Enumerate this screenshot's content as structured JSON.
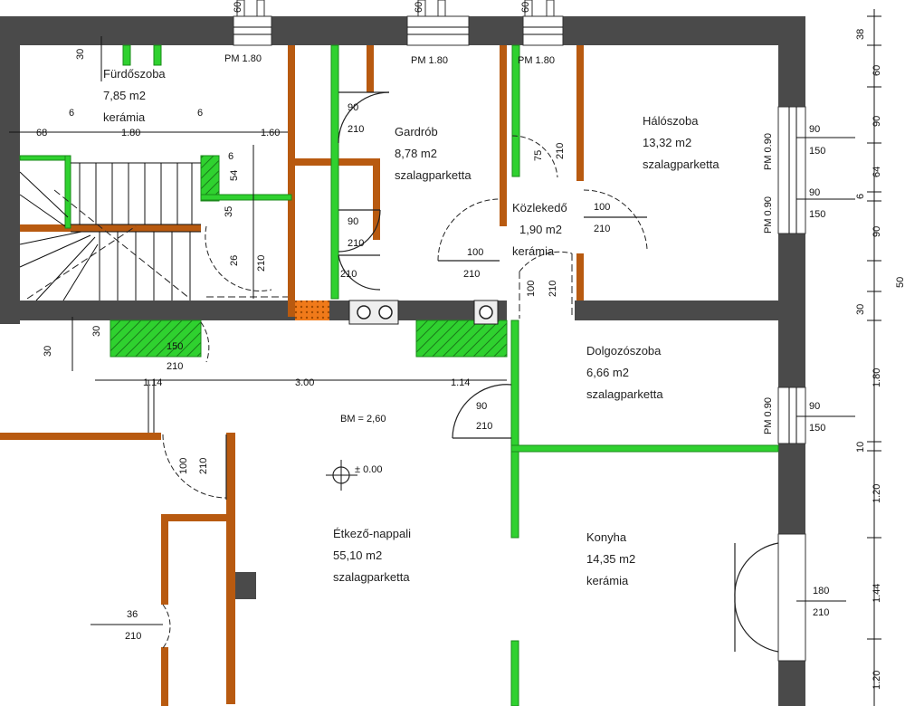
{
  "rooms": {
    "bathroom": {
      "name": "Fürdőszoba",
      "area": "7,85 m2",
      "floor": "kerámia"
    },
    "wardrobe": {
      "name": "Gardrób",
      "area": "8,78 m2",
      "floor": "szalagparketta"
    },
    "hall": {
      "name": "Közlekedő",
      "area": "1,90 m2",
      "floor": "kerámia"
    },
    "bedroom": {
      "name": "Hálószoba",
      "area": "13,32 m2",
      "floor": "szalagparketta"
    },
    "study": {
      "name": "Dolgozószoba",
      "area": "6,66 m2",
      "floor": "szalagparketta"
    },
    "living": {
      "name": "Étkező-nappali",
      "area": "55,10 m2",
      "floor": "szalagparketta"
    },
    "kitchen": {
      "name": "Konyha",
      "area": "14,35 m2",
      "floor": "kerámia"
    }
  },
  "parapets": {
    "pm1": "PM 1.80",
    "pm2": "PM 1.80",
    "pm3": "PM 1.80",
    "pm4": "PM 0.90",
    "pm5": "PM 0.90",
    "pm6": "PM 0.90"
  },
  "bm": "BM = 2,60",
  "level": "± 0.00",
  "dims": {
    "d30a": "30",
    "d6a": "6",
    "d6b": "6",
    "d68": "68",
    "d180": "1.80",
    "d160": "1.60",
    "d54": "54",
    "d6c": "6",
    "d35": "35",
    "d26": "26",
    "d210a": "210",
    "d90a": "90",
    "d210b": "210",
    "d90b": "90",
    "d210c": "210",
    "d210d": "210",
    "d100a": "100",
    "d210e": "210",
    "d75": "75",
    "d210f": "210",
    "d100b": "100",
    "d210g": "210",
    "d100c": "100",
    "d210h": "210",
    "d90c": "90",
    "d150a": "150",
    "d90d": "90",
    "d150b": "150",
    "d30b": "30",
    "d30c": "30",
    "d150c": "150",
    "d210i": "210",
    "d114a": "1.14",
    "d300": "3.00",
    "d114b": "1.14",
    "d90e": "90",
    "d210j": "210",
    "d90f": "90",
    "d150d": "150",
    "d100d": "100",
    "d210k": "210",
    "d36": "36",
    "d210l": "210",
    "d180b": "180",
    "d210m": "210",
    "t60a": "60",
    "t60b": "60",
    "t60c": "60",
    "r38": "38",
    "r60": "60",
    "r90a": "90",
    "r64": "64",
    "r6": "6",
    "r90b": "90",
    "r50": "50",
    "r30": "30",
    "r180": "1.80",
    "r10": "10",
    "r120a": "1.20",
    "r144": "1.44",
    "r120b": "1.20"
  }
}
